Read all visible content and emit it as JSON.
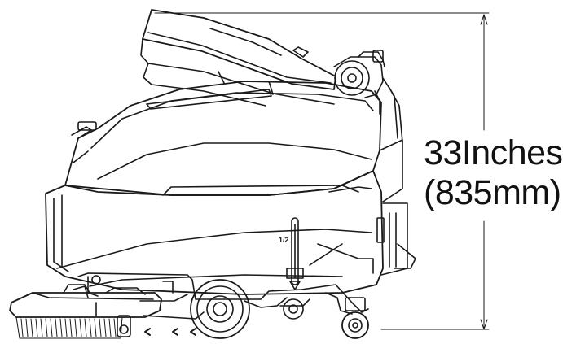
{
  "dimension": {
    "value_inches": "33Inches",
    "value_mm": "(835mm)"
  },
  "decal": {
    "level_marker": "1/2"
  },
  "colors": {
    "line": "#1a1a1a",
    "background": "#ffffff",
    "text": "#111111"
  }
}
